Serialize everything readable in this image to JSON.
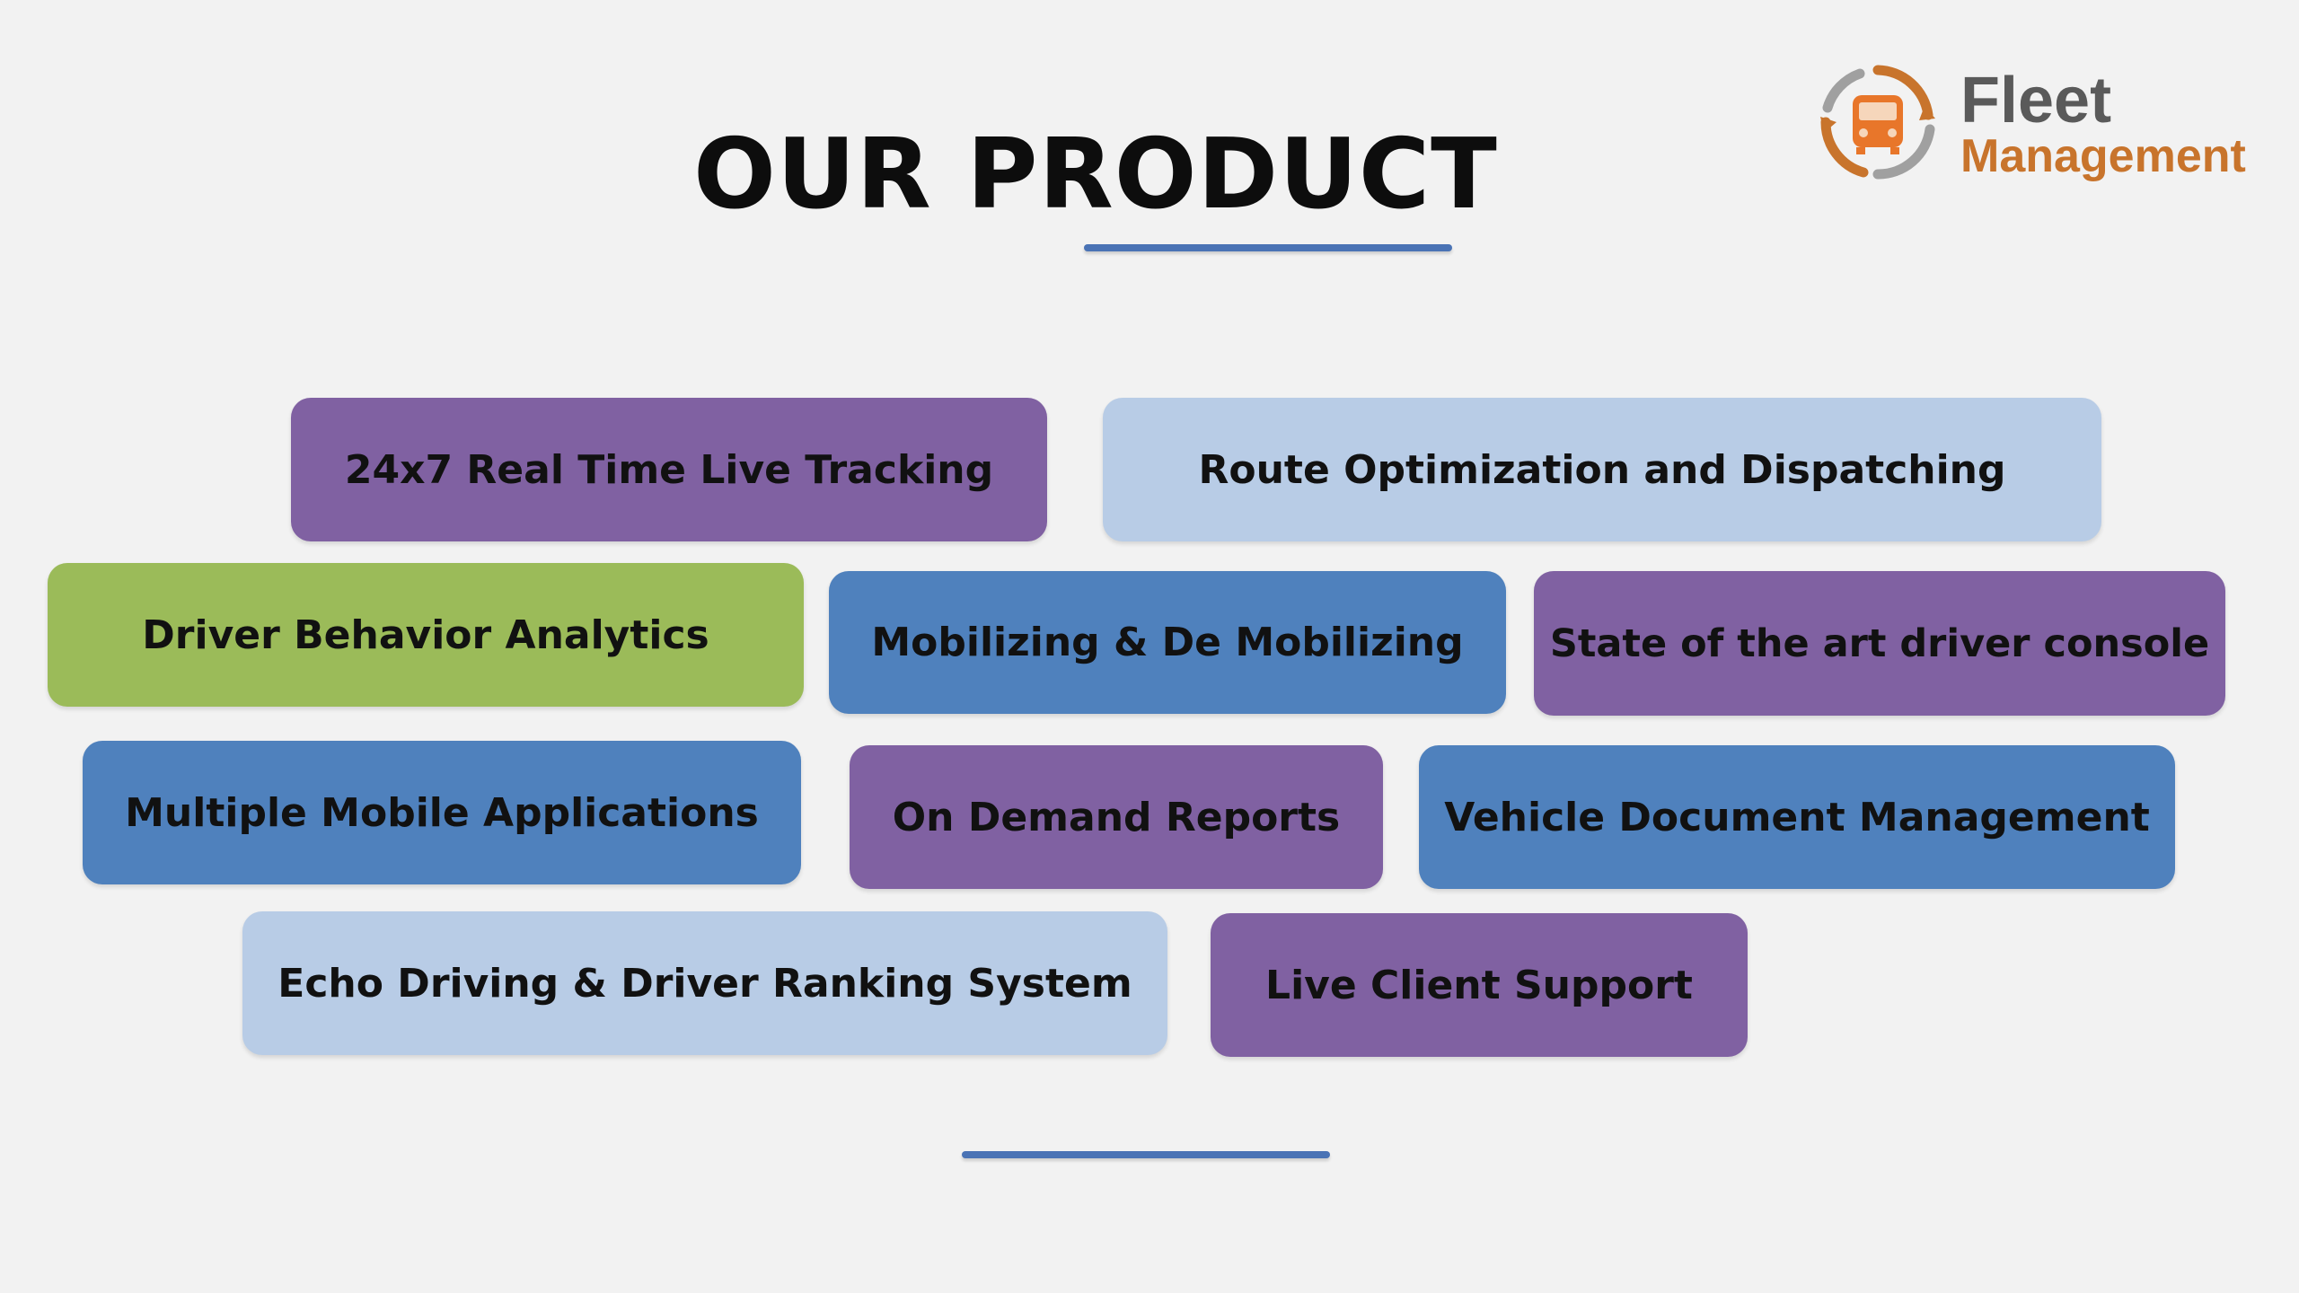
{
  "slide": {
    "title": "OUR PRODUCT",
    "logo": {
      "line1": "Fleet",
      "line2": "Management",
      "icon": "truck-cycle-icon"
    },
    "features": [
      {
        "label": "24x7 Real Time Live Tracking",
        "color": "#8061a2"
      },
      {
        "label": "Route Optimization and Dispatching",
        "color": "#b8cce6"
      },
      {
        "label": "Driver Behavior Analytics",
        "color": "#9bbb59"
      },
      {
        "label": "Mobilizing & De Mobilizing",
        "color": "#4f81bd"
      },
      {
        "label": "State of the art driver console",
        "color": "#8061a2"
      },
      {
        "label": "Multiple Mobile Applications",
        "color": "#4f81bd"
      },
      {
        "label": "On Demand Reports",
        "color": "#8061a2"
      },
      {
        "label": "Vehicle Document Management",
        "color": "#4f81bd"
      },
      {
        "label": "Echo Driving & Driver Ranking System",
        "color": "#b8cce6"
      },
      {
        "label": "Live Client Support",
        "color": "#8061a2"
      }
    ],
    "accent_color": "#4a73b5"
  }
}
